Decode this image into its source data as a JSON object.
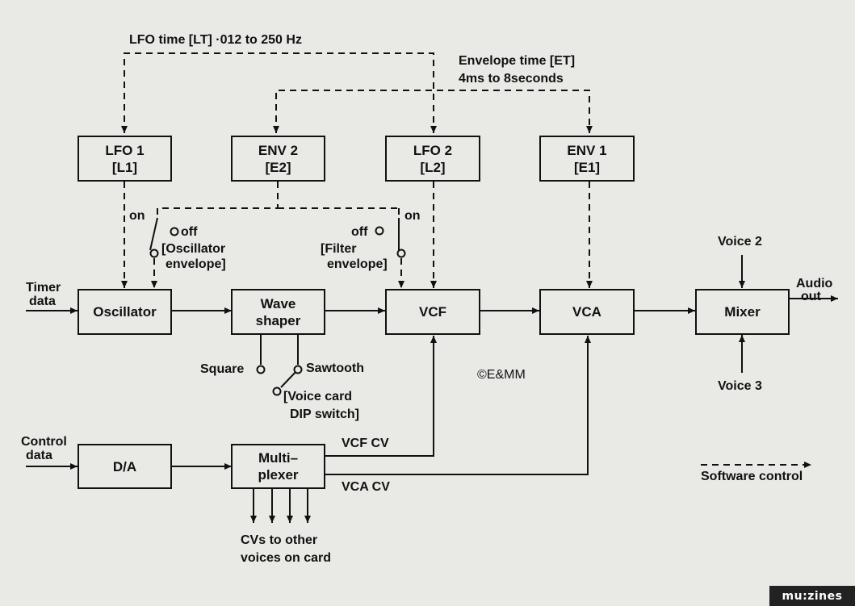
{
  "top_labels": {
    "lfo_time": "LFO time [LT]  ·012 to 250 Hz",
    "env_time_line1": "Envelope time [ET]",
    "env_time_line2": "4ms to 8seconds"
  },
  "blocks": {
    "lfo1": {
      "line1": "LFO 1",
      "line2": "[L1]"
    },
    "env2": {
      "line1": "ENV 2",
      "line2": "[E2]"
    },
    "lfo2": {
      "line1": "LFO 2",
      "line2": "[L2]"
    },
    "env1": {
      "line1": "ENV 1",
      "line2": "[E1]"
    },
    "oscillator": "Oscillator",
    "wave_shaper": {
      "line1": "Wave",
      "line2": "shaper"
    },
    "vcf": "VCF",
    "vca": "VCA",
    "mixer": "Mixer",
    "da": "D/A",
    "multiplexer": {
      "line1": "Multi–",
      "line2": "plexer"
    }
  },
  "switch_labels": {
    "osc_on": "on",
    "osc_off": "off",
    "osc_env_line1": "[Oscillator",
    "osc_env_line2": "envelope]",
    "filter_on": "on",
    "filter_off": "off",
    "filter_env_line1": "[Filter",
    "filter_env_line2": "envelope]"
  },
  "io_labels": {
    "timer_line1": "Timer",
    "timer_line2": "data",
    "control_line1": "Control",
    "control_line2": "data",
    "audio_line1": "Audio",
    "audio_line2": "out",
    "voice2": "Voice 2",
    "voice3": "Voice 3"
  },
  "waveform_labels": {
    "square": "Square",
    "sawtooth": "Sawtooth",
    "dip_line1": "[Voice card",
    "dip_line2": "DIP switch]"
  },
  "cv_labels": {
    "vcf_cv": "VCF   CV",
    "vca_cv": "VCA   CV",
    "cvs_line1": "CVs to other",
    "cvs_line2": "voices on card"
  },
  "copyright": "©E&MM",
  "legend": "Software   control",
  "site_logo": "mu:zines"
}
